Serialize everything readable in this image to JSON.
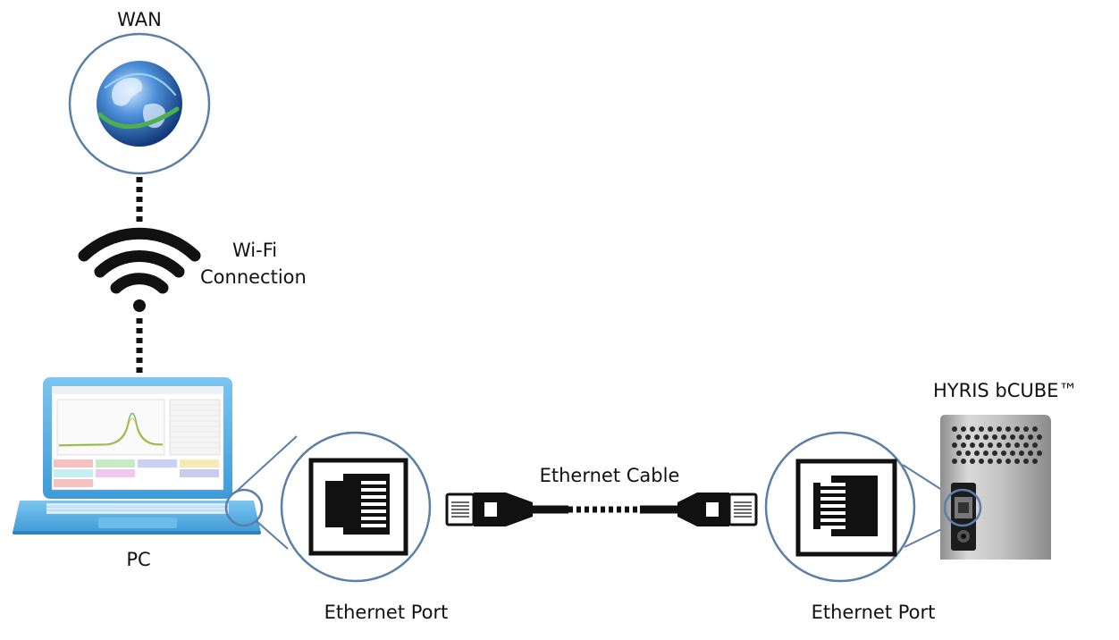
{
  "labels": {
    "wan": "WAN",
    "wifi_line1": "Wi-Fi",
    "wifi_line2": "Connection",
    "pc": "PC",
    "device": "HYRIS bCUBE™",
    "cable": "Ethernet Cable",
    "port_left": "Ethernet Port",
    "port_right": "Ethernet Port"
  },
  "colors": {
    "circle_stroke": "#5b7fa6",
    "laptop_blue": "#5fb3e6",
    "globe_blue": "#2f6fc0",
    "globe_green": "#4caf50",
    "device_silver": "#b8b8b8",
    "line_black": "#111111"
  },
  "icons": {
    "globe": "globe-icon",
    "wifi": "wifi-icon",
    "laptop": "laptop-icon",
    "ethernet_port": "ethernet-port-icon",
    "rj45_plug": "rj45-plug-icon",
    "device": "hyris-bcube-device"
  }
}
